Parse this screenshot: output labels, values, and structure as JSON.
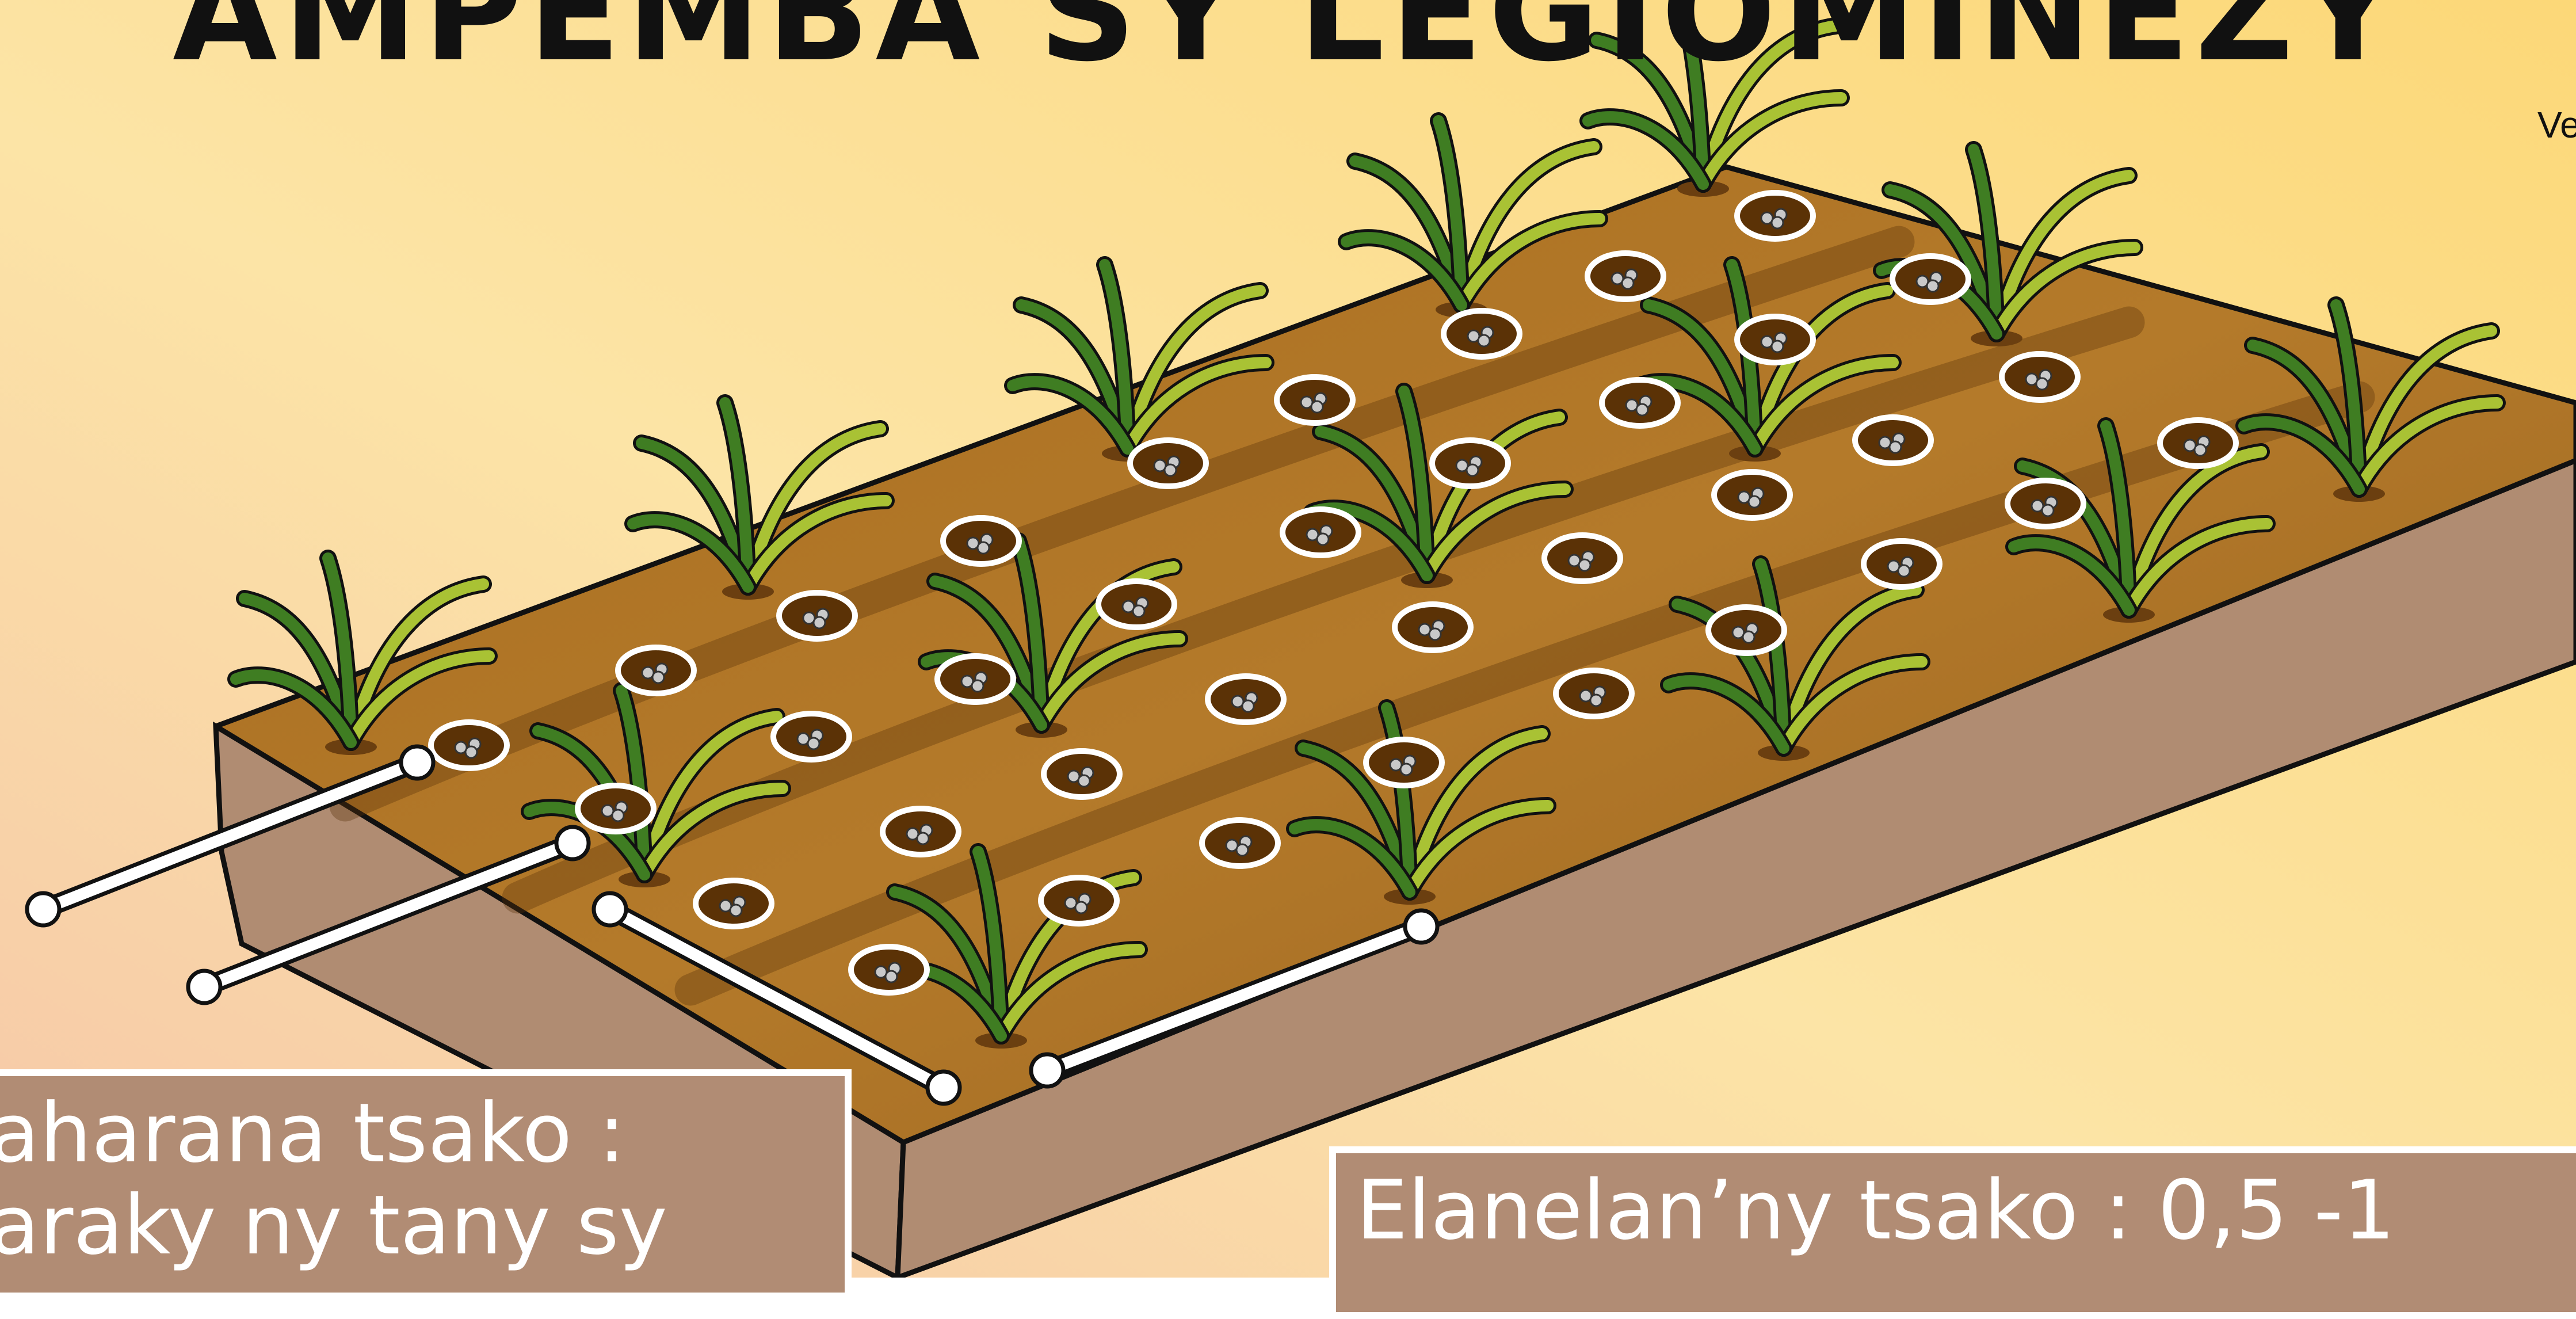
{
  "page": {
    "title": "AMPEMBA SY LEGIOMINEZY",
    "corner_text": "Ve",
    "caption_left": {
      "line1": "aharana tsako :",
      "line2": "araky ny tany sy"
    },
    "caption_right": "Elanelan’ny tsako : 0,5 -1"
  },
  "colors": {
    "background_left": "#f6c7a9",
    "background_mid": "#fce4a6",
    "background_right": "#fcd878",
    "soil_top": "#b47a2a",
    "soil_side": "#b08c72",
    "caption_fill": "#b18c74",
    "caption_border": "#ffffff",
    "plant_green": "#3f7d22",
    "plant_light": "#a9c234",
    "seed_hole_ring": "#ffffff"
  },
  "icons": {
    "plant": "maize-seedling-icon",
    "seed_hole": "legume-seed-hole-icon",
    "measure": "spacing-measure-icon"
  }
}
